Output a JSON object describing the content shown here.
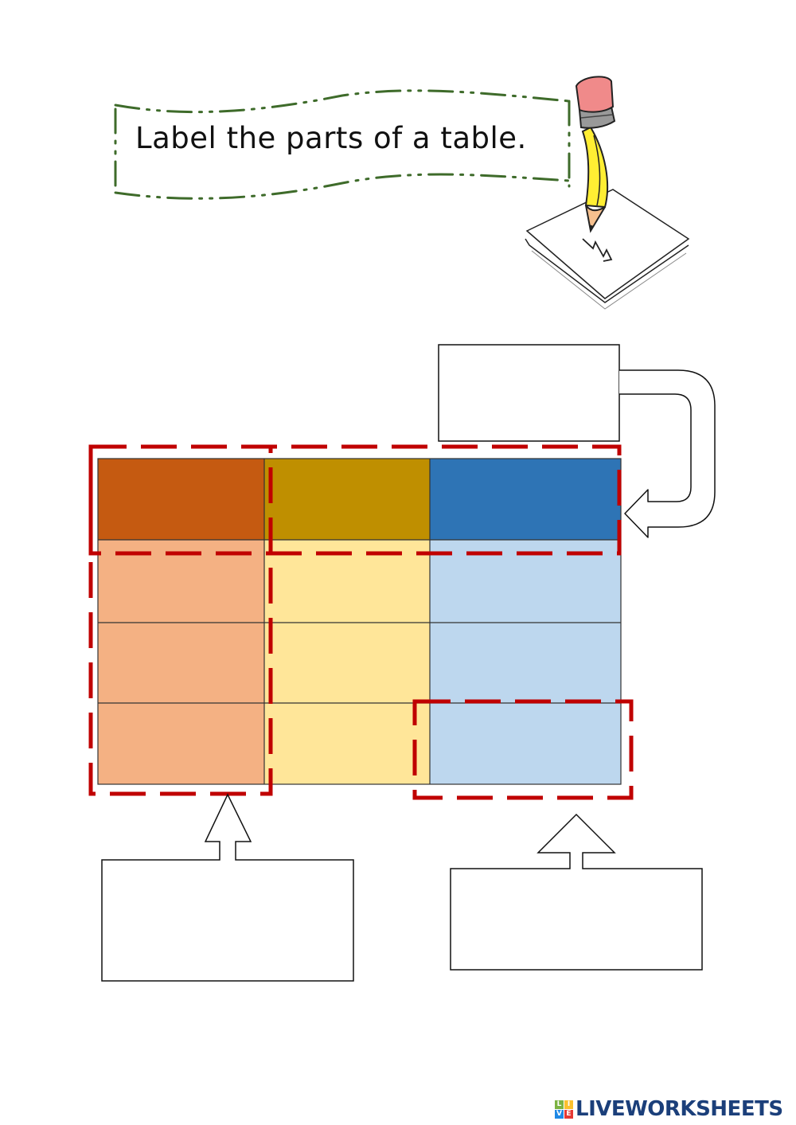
{
  "worksheet": {
    "title": "Label the parts of a table.",
    "colors": {
      "banner_border": "#3e6b2a",
      "highlight_dash": "#c00000",
      "header_col1": "#c55a11",
      "header_col2": "#bf8f00",
      "header_col3": "#2e74b5",
      "body_col1": "#f4b183",
      "body_col2": "#ffe699",
      "body_col3": "#bdd7ee",
      "grid_line": "#333333"
    },
    "table": {
      "columns": 3,
      "rows": 4,
      "header_row": [
        "",
        "",
        ""
      ],
      "body_rows": [
        [
          "",
          "",
          ""
        ],
        [
          "",
          "",
          ""
        ],
        [
          "",
          "",
          ""
        ]
      ]
    },
    "highlights": [
      {
        "name": "header-row-highlight",
        "target": "row"
      },
      {
        "name": "first-column-highlight",
        "target": "column"
      },
      {
        "name": "bottom-right-cell-highlight",
        "target": "cell"
      }
    ],
    "answer_boxes": [
      {
        "name": "answer-box-top-right",
        "value": "",
        "points_to": "header row"
      },
      {
        "name": "answer-box-bottom-left",
        "value": "",
        "points_to": "first column"
      },
      {
        "name": "answer-box-bottom-right",
        "value": "",
        "points_to": "bottom-right cell"
      }
    ]
  },
  "branding": {
    "logo_letters": [
      "L",
      "I",
      "V",
      "E"
    ],
    "logo_colors": [
      "#7cb342",
      "#fbc02d",
      "#1e88e5",
      "#e53935"
    ],
    "name": "LIVEWORKSHEETS"
  }
}
